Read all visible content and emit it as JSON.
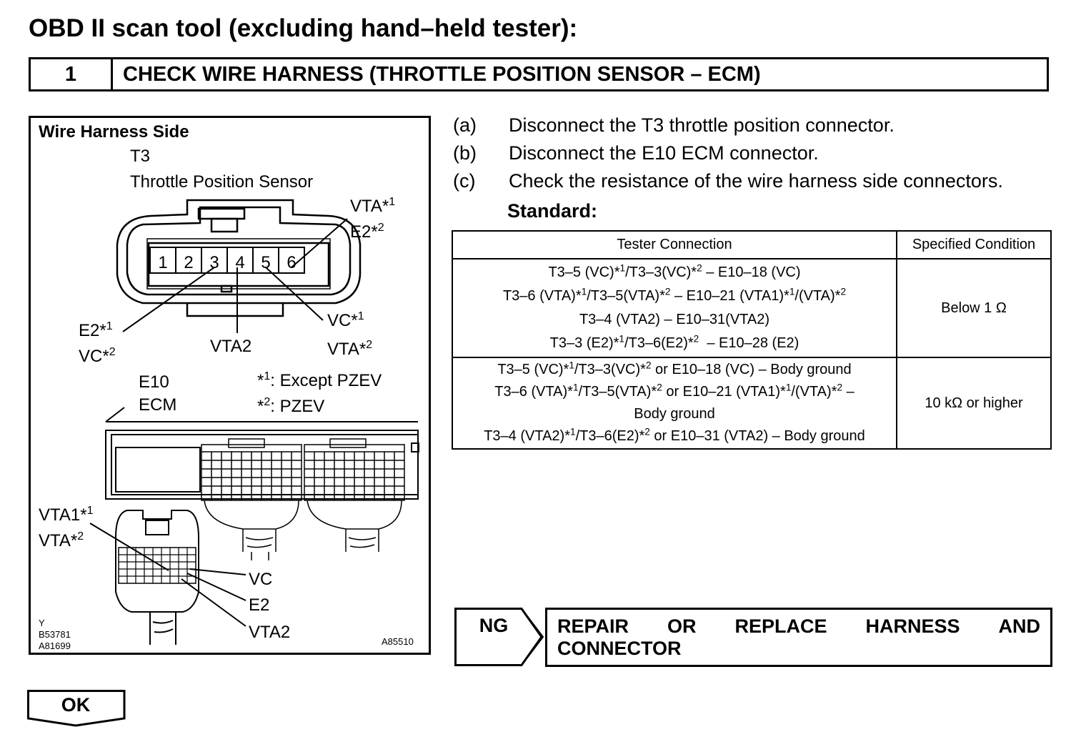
{
  "heading": "OBD II scan tool (excluding hand–held tester):",
  "step": {
    "number": "1",
    "title": "CHECK WIRE HARNESS (THROTTLE POSITION SENSOR – ECM)"
  },
  "figure": {
    "title": "Wire Harness Side",
    "t3_code": "T3",
    "t3_name": "Throttle Position Sensor",
    "pins": [
      "1",
      "2",
      "3",
      "4",
      "5",
      "6"
    ],
    "label_vta": "VTA*",
    "label_e2": "E2*",
    "label_vc": "VC*",
    "label_vta2": "VTA2",
    "sup1": "1",
    "sup2": "2",
    "e10_code": "E10",
    "e10_name": "ECM",
    "note_star": "*",
    "note1": ": Except PZEV",
    "note2": ": PZEV",
    "ecm_vta1": "VTA1*",
    "ecm_vta": "VTA*",
    "ecm_vc": "VC",
    "ecm_e2": "E2",
    "ecm_vta2": "VTA2",
    "code_y": "Y",
    "code_b": "B53781",
    "code_a1": "A81699",
    "code_a2": "A85510"
  },
  "instructions": [
    {
      "letter": "(a)",
      "text": "Disconnect the T3 throttle position connector."
    },
    {
      "letter": "(b)",
      "text": "Disconnect the E10 ECM connector."
    },
    {
      "letter": "(c)",
      "text": "Check the resistance of the wire harness side connectors."
    }
  ],
  "standard_label": "Standard:",
  "table": {
    "headers": [
      "Tester Connection",
      "Specified Condition"
    ],
    "rows": [
      {
        "lines": [
          "T3–5 (VC)*<sup>1</sup>/T3–3(VC)*<sup>2</sup> – E10–18 (VC)",
          "T3–6 (VTA)*<sup>1</sup>/T3–5(VTA)*<sup>2</sup> – E10–21 (VTA1)*<sup>1</sup>/(VTA)*<sup>2</sup>",
          "T3–4 (VTA2) – E10–31(VTA2)",
          "T3–3 (E2)*<sup>1</sup>/T3–6(E2)*<sup>2</sup> &nbsp;– E10–28 (E2)"
        ],
        "condition": "Below 1 Ω"
      },
      {
        "lines": [
          "T3–5 (VC)*<sup>1</sup>/T3–3(VC)*<sup>2</sup> or E10–18 (VC) – Body ground",
          "T3–6 (VTA)*<sup>1</sup>/T3–5(VTA)*<sup>2</sup> or E10–21 (VTA1)*<sup>1</sup>/(VTA)*<sup>2</sup> –",
          "Body ground",
          "T3–4 (VTA2)*<sup>1</sup>/T3–6(E2)*<sup>2</sup> or E10–31 (VTA2) – Body ground"
        ],
        "condition": "10 kΩ or higher"
      }
    ]
  },
  "ng": {
    "label": "NG",
    "action_line1": [
      "REPAIR",
      "OR",
      "REPLACE",
      "HARNESS",
      "AND"
    ],
    "action_line2": "CONNECTOR"
  },
  "ok": {
    "label": "OK"
  }
}
